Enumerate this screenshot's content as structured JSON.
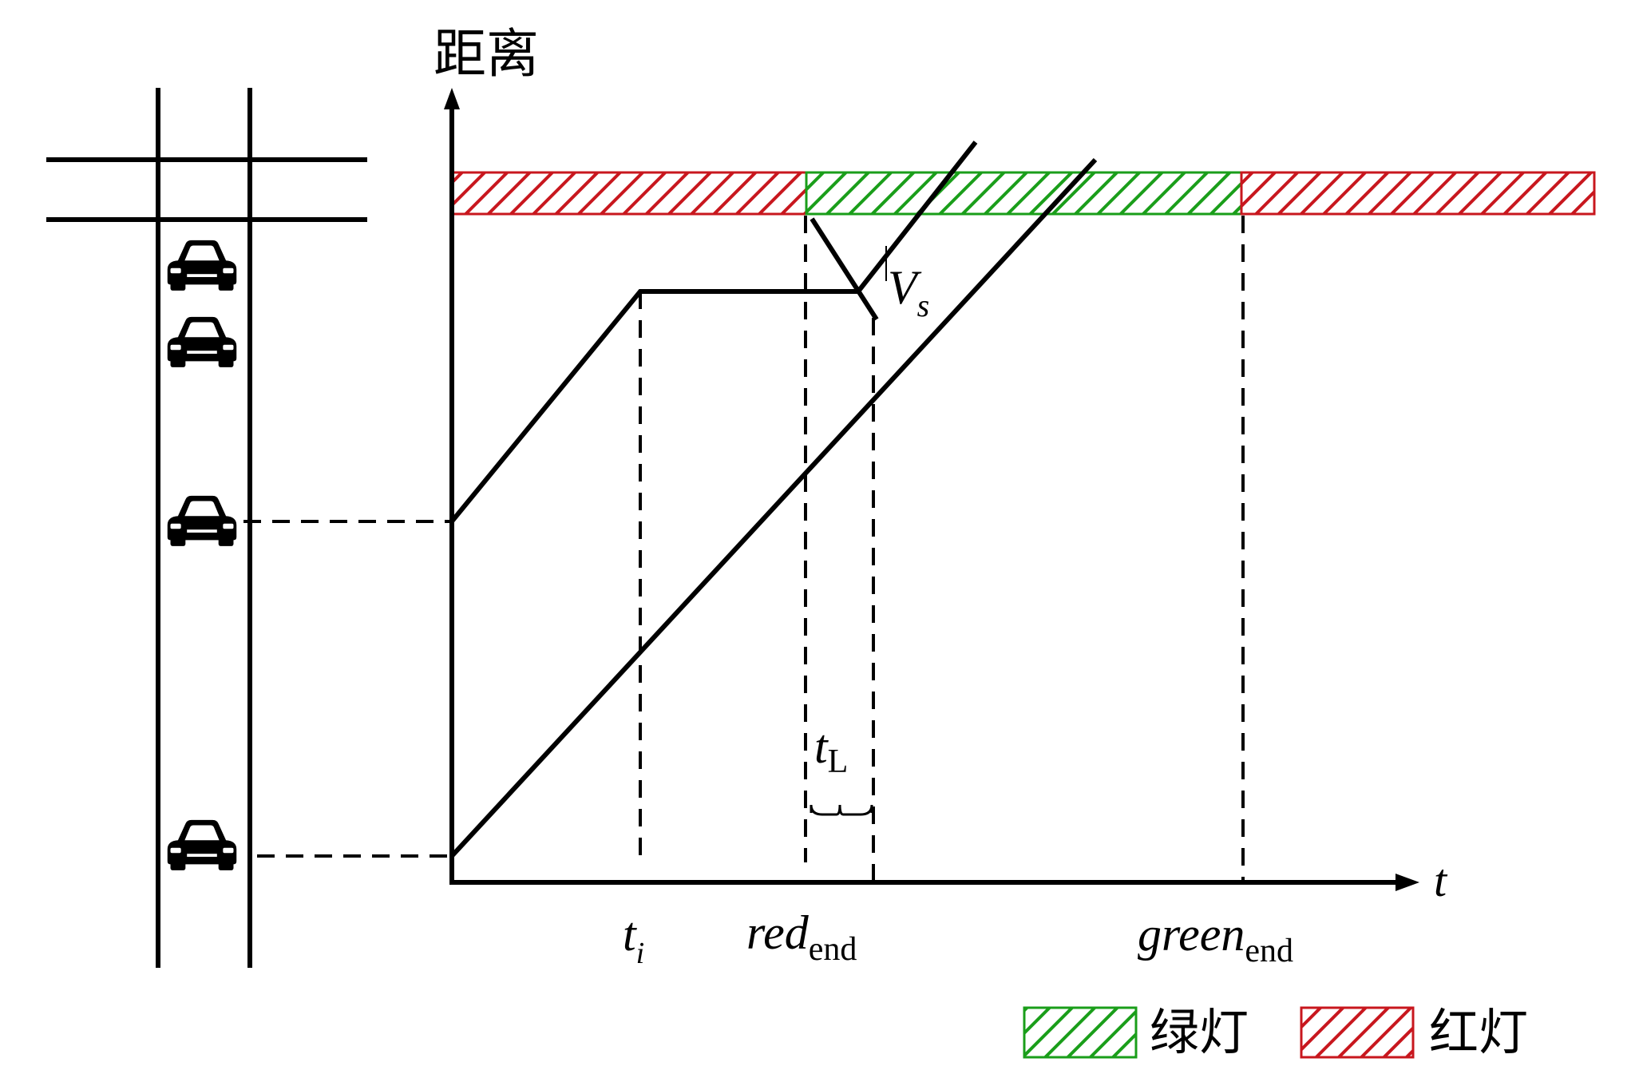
{
  "y_axis_label": "距离",
  "x_axis_label": "t",
  "labels": {
    "t_i": {
      "main": "t",
      "sub": "i"
    },
    "red_end": {
      "main": "red",
      "sub": "end"
    },
    "green_end": {
      "main": "green",
      "sub": "end"
    },
    "t_L": {
      "main": "t",
      "sub": "L"
    },
    "V_s": {
      "main": "V",
      "sub": "s"
    }
  },
  "legend": [
    {
      "key": "green",
      "label": "绿灯",
      "color": "#1a9e1a"
    },
    {
      "key": "red",
      "label": "红灯",
      "color": "#c8171e"
    }
  ],
  "signal_phases": [
    "red",
    "green",
    "red"
  ],
  "colors": {
    "red": "#c8171e",
    "green": "#1a9e1a",
    "line": "#000000"
  },
  "icons": {
    "car": "car-icon",
    "road": "road-intersection"
  },
  "car_count": 4
}
